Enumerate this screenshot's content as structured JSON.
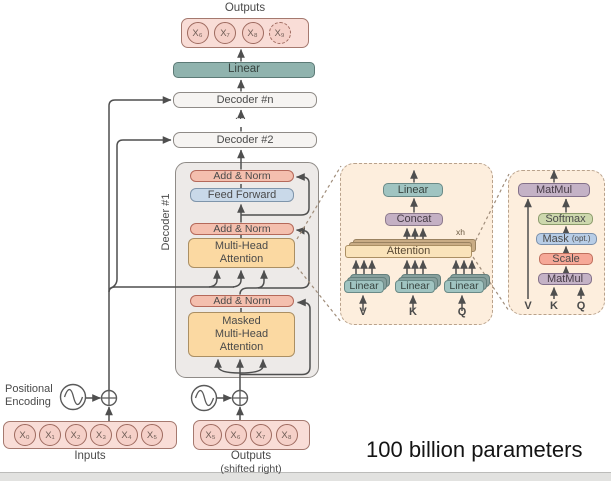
{
  "caption": "100 billion parameters",
  "palette": {
    "add_norm": "#f4bfae",
    "feed_forward": "#c9d9e9",
    "attention_orange": "#fbd9a2",
    "linear_teal": "#90b3ae",
    "small_teal": "#a0c4c1",
    "concat_mauve": "#c4b0c4",
    "matmul_mauve": "#c4b2c6",
    "softmax_green": "#cdd8ad",
    "mask_blue": "#b8cde6",
    "scale_salmon": "#f6a897",
    "token_pink": "#f9ddd7",
    "panel_peach": "#fdeedd",
    "decoder_gray": "#edeae8",
    "line": "#4f4f4f"
  },
  "top": {
    "outputs_label": "Outputs",
    "tokens": [
      "X₆",
      "X₇",
      "X₈",
      "X₉"
    ],
    "linear": "Linear"
  },
  "stack": {
    "decoder_n": "Decoder #n",
    "dots": "...",
    "decoder_2": "Decoder #2",
    "decoder_1": "Decoder #1",
    "add_norm": "Add & Norm",
    "feed_forward": "Feed Forward",
    "mha": "Multi-Head\nAttention",
    "masked_mha": "Masked\nMulti-Head\nAttention"
  },
  "inputs": {
    "positional_encoding": "Positional\nEncoding",
    "label": "Inputs",
    "tokens": [
      "X₀",
      "X₁",
      "X₂",
      "X₃",
      "X₄",
      "X₅"
    ]
  },
  "outputs_shifted": {
    "label": "Outputs",
    "sublabel": "(shifted right)",
    "tokens": [
      "X₅",
      "X₆",
      "X₇",
      "X₈"
    ]
  },
  "mha_detail": {
    "linear_top": "Linear",
    "concat": "Concat",
    "attention": "Attention",
    "heads_label": "xh",
    "linear_v": "Linear",
    "linear_k": "Linear",
    "linear_q": "Linear",
    "v": "V",
    "k": "K",
    "q": "Q"
  },
  "sdpa_detail": {
    "matmul_top": "MatMul",
    "softmax": "Softmax",
    "mask": "Mask",
    "mask_opt": "(opt.)",
    "scale": "Scale",
    "matmul_bottom": "MatMul",
    "v": "V",
    "k": "K",
    "q": "Q"
  }
}
